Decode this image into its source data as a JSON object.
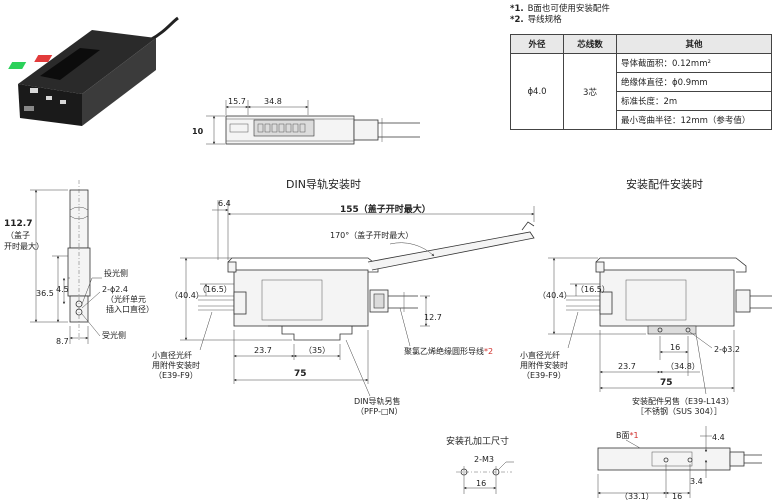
{
  "notes": [
    {
      "mark": "*1.",
      "text": "B面也可使用安装配件"
    },
    {
      "mark": "*2.",
      "text": "导线规格"
    }
  ],
  "spec_table": {
    "headers": [
      "外径",
      "芯线数",
      "其他"
    ],
    "outer_diameter": "ϕ4.0",
    "cores": "3芯",
    "other": [
      "导体截面积：0.12mm²",
      "绝缘体直径：ϕ0.9mm",
      "标准长度：2m",
      "最小弯曲半径：12mm（参考值）"
    ]
  },
  "top_view": {
    "dim_left": "15.7",
    "dim_width": "34.8",
    "dim_height": "10"
  },
  "side_view": {
    "height": "112.7",
    "height_note_1": "（盖子",
    "height_note_2": "开时最大）",
    "dim_36_5": "36.5",
    "dim_4_5": "4.5",
    "dim_8_7": "8.7",
    "emit_label": "投光侧",
    "hole_label": "2-ϕ2.4",
    "hole_note_1": "（光纤单元",
    "hole_note_2": "插入口直径）",
    "receive_label": "受光侧"
  },
  "din_view": {
    "title": "DIN导轨安装时",
    "dim_6_4": "6.4",
    "dim_155": "155（盖子开时最大）",
    "angle": "170°（盖子开时最大）",
    "dim_40_4": "（40.4）",
    "dim_16_5": "（16.5）",
    "dim_12_7": "12.7",
    "dim_23_7": "23.7",
    "dim_35": "（35）",
    "dim_75": "75",
    "fiber_note_1": "小直径光纤",
    "fiber_note_2": "用附件安装时",
    "fiber_note_3": "（E39-F9）",
    "cable_label": "聚氯乙烯绝缘圆形导线",
    "cable_mark": "*2",
    "rail_label_1": "DIN导轨另售",
    "rail_label_2": "（PFP-□N）"
  },
  "bracket_view": {
    "title": "安装配件安装时",
    "dim_40_4": "（40.4）",
    "dim_16_5": "（16.5）",
    "dim_16": "16",
    "hole": "2-ϕ3.2",
    "dim_23_7": "23.7",
    "dim_34_8": "（34.8）",
    "dim_75": "75",
    "fiber_note_1": "小直径光纤",
    "fiber_note_2": "用附件安装时",
    "fiber_note_3": "（E39-F9）",
    "bracket_label_1": "安装配件另售（E39-L143）",
    "bracket_label_2": "［不锈钢（SUS 304）］"
  },
  "hole_view": {
    "title": "安装孔加工尺寸",
    "thread": "2-M3",
    "dim_16": "16"
  },
  "b_face_view": {
    "label": "B面",
    "mark": "*1",
    "dim_4_4": "4.4",
    "dim_3_4": "3.4",
    "dim_33_1": "（33.1）",
    "dim_16": "16"
  }
}
